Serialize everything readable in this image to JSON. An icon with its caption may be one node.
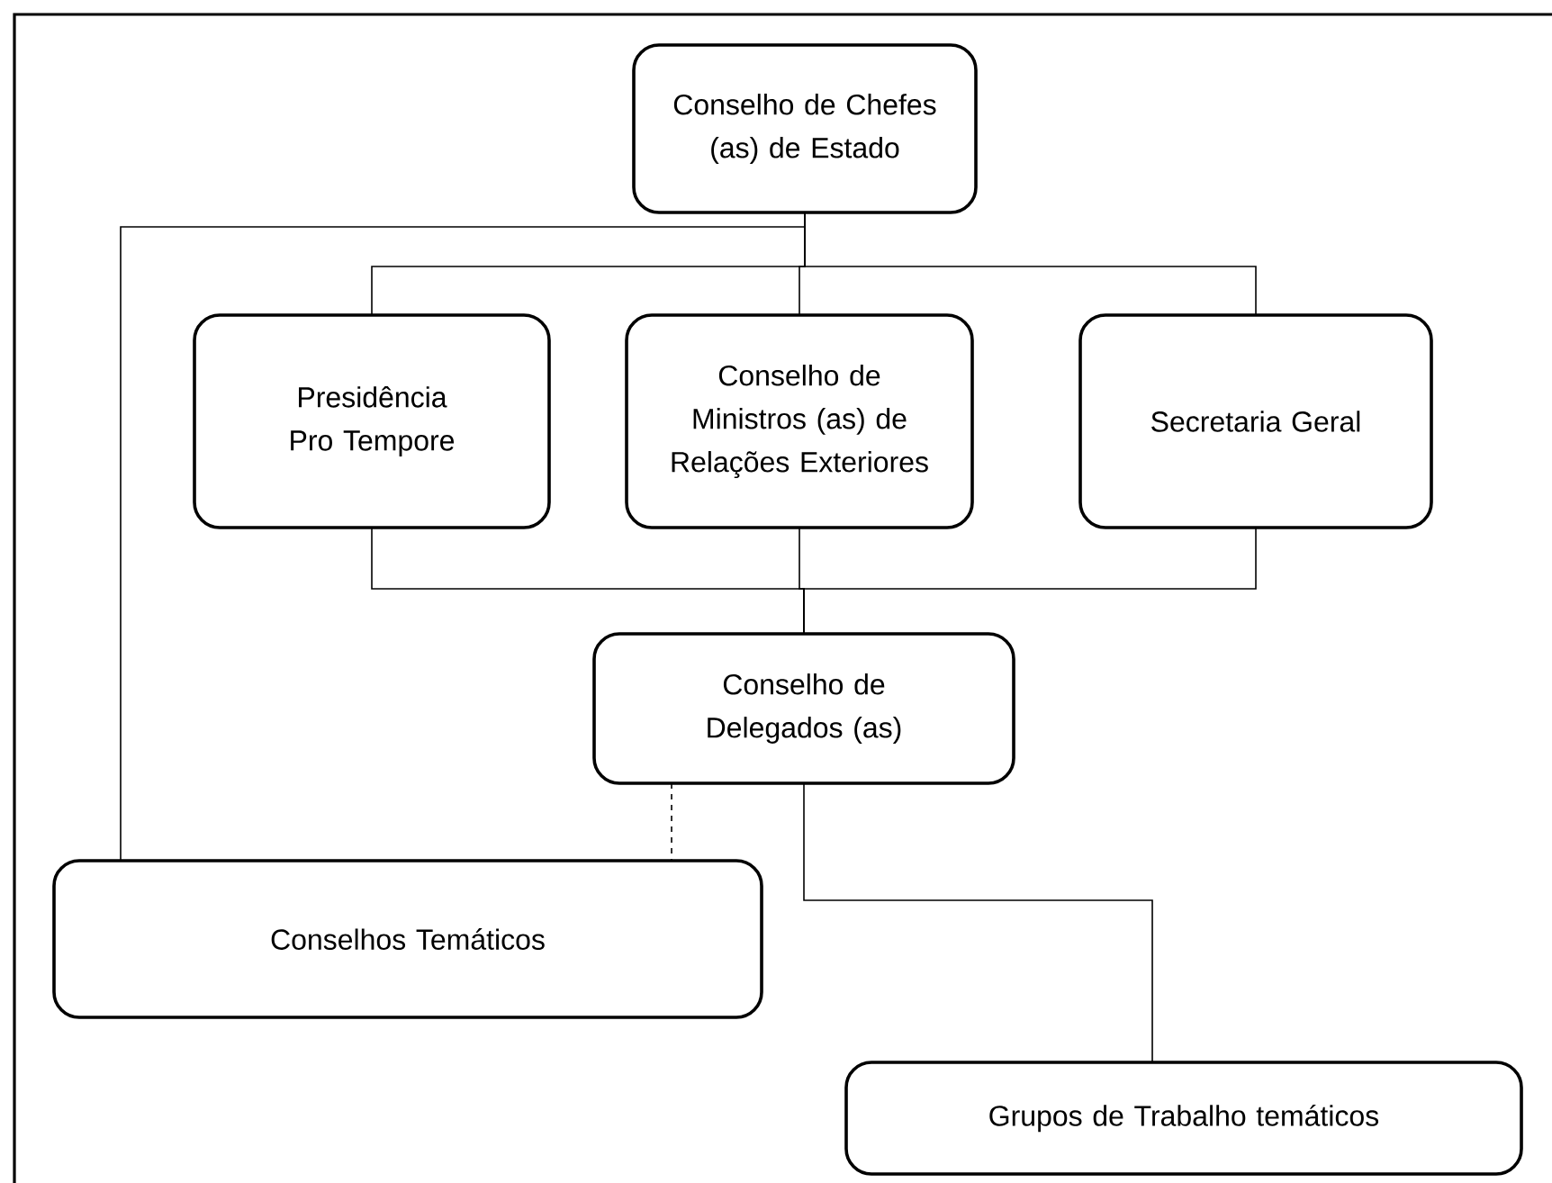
{
  "diagram": {
    "nodes": [
      {
        "text": [
          "Conselho de Chefes (as) de Estado"
        ]
      },
      {
        "text": [
          "Presidência Pro Tempore"
        ]
      },
      {
        "text": [
          "Conselho de Ministros (as) de Relações Exteriores"
        ]
      },
      {
        "text": [
          "Secretaria Geral"
        ]
      },
      {
        "text": [
          "Conselho de Delegados (as)"
        ]
      },
      {
        "text": [
          "Conselhos Temáticos"
        ]
      },
      {
        "text": [
          "Grupos de Trabalho temáticos"
        ]
      }
    ],
    "edges": [
      {
        "from": 0,
        "to": 5,
        "arrow": "none"
      },
      {
        "from": 0,
        "to": 1,
        "arrow": "none"
      },
      {
        "from": 0,
        "to": 2,
        "arrow": "none"
      },
      {
        "from": 0,
        "to": 3,
        "arrow": "none"
      },
      {
        "from": 1,
        "to": 4,
        "arrow": "none"
      },
      {
        "from": 2,
        "to": 4,
        "arrow": "none"
      },
      {
        "from": 3,
        "to": 4,
        "arrow": "none"
      },
      {
        "from": 4,
        "to": 5,
        "arrow": "none",
        "style": "dashed"
      },
      {
        "from": 4,
        "to": 6,
        "arrow": "none"
      }
    ]
  }
}
